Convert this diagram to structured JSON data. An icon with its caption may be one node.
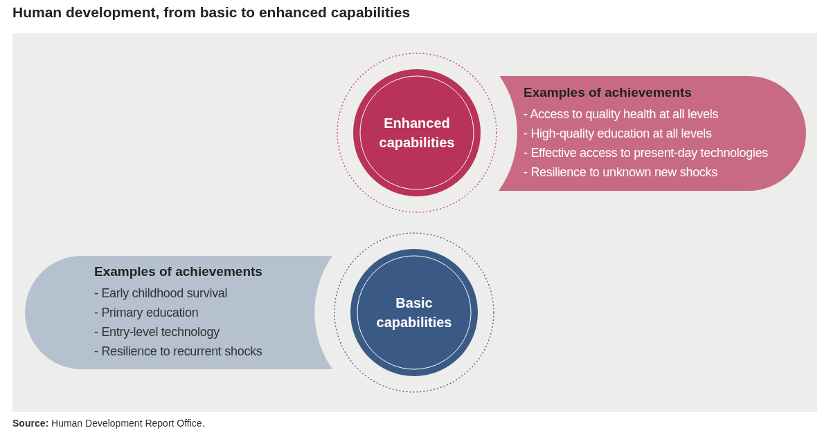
{
  "diagram": {
    "title": "Human development, from basic to enhanced capabilities",
    "caption": "**Source:** Human Development Report Office.",
    "nodes": [
      {
        "text": [
          "Enhanced capabilities"
        ]
      },
      {
        "text": [
          "Examples of achievements",
          "- Access to quality health at all levels",
          "- High-quality education at all levels",
          "- Effective access to present-day technologies",
          "- Resilience to unknown new shocks"
        ]
      },
      {
        "text": [
          "Examples of achievements",
          "- Early childhood survival",
          "- Primary education",
          "- Entry-level technology",
          "- Resilience to recurrent shocks"
        ]
      },
      {
        "text": [
          "Basic capabilities"
        ]
      }
    ],
    "edges": []
  }
}
